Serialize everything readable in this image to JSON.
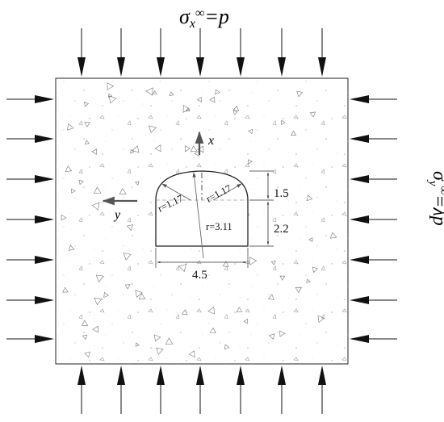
{
  "top_load": {
    "sym": "σ",
    "sub": "x",
    "sup": "∞",
    "rest": "=p"
  },
  "side_load": {
    "sym": "σ",
    "sub": "y",
    "sup": "∞",
    "rest": "=λp"
  },
  "axes": {
    "x": "x",
    "y": "y"
  },
  "dims": {
    "height_arch": "1.5",
    "height_wall": "2.2",
    "width": "4.5"
  },
  "radii": {
    "left": "r=1.17",
    "right": "r=1.17",
    "big": "r=3.11"
  },
  "colors": {
    "line": "#000000",
    "arrow": "#111111",
    "gray": "#555555"
  }
}
